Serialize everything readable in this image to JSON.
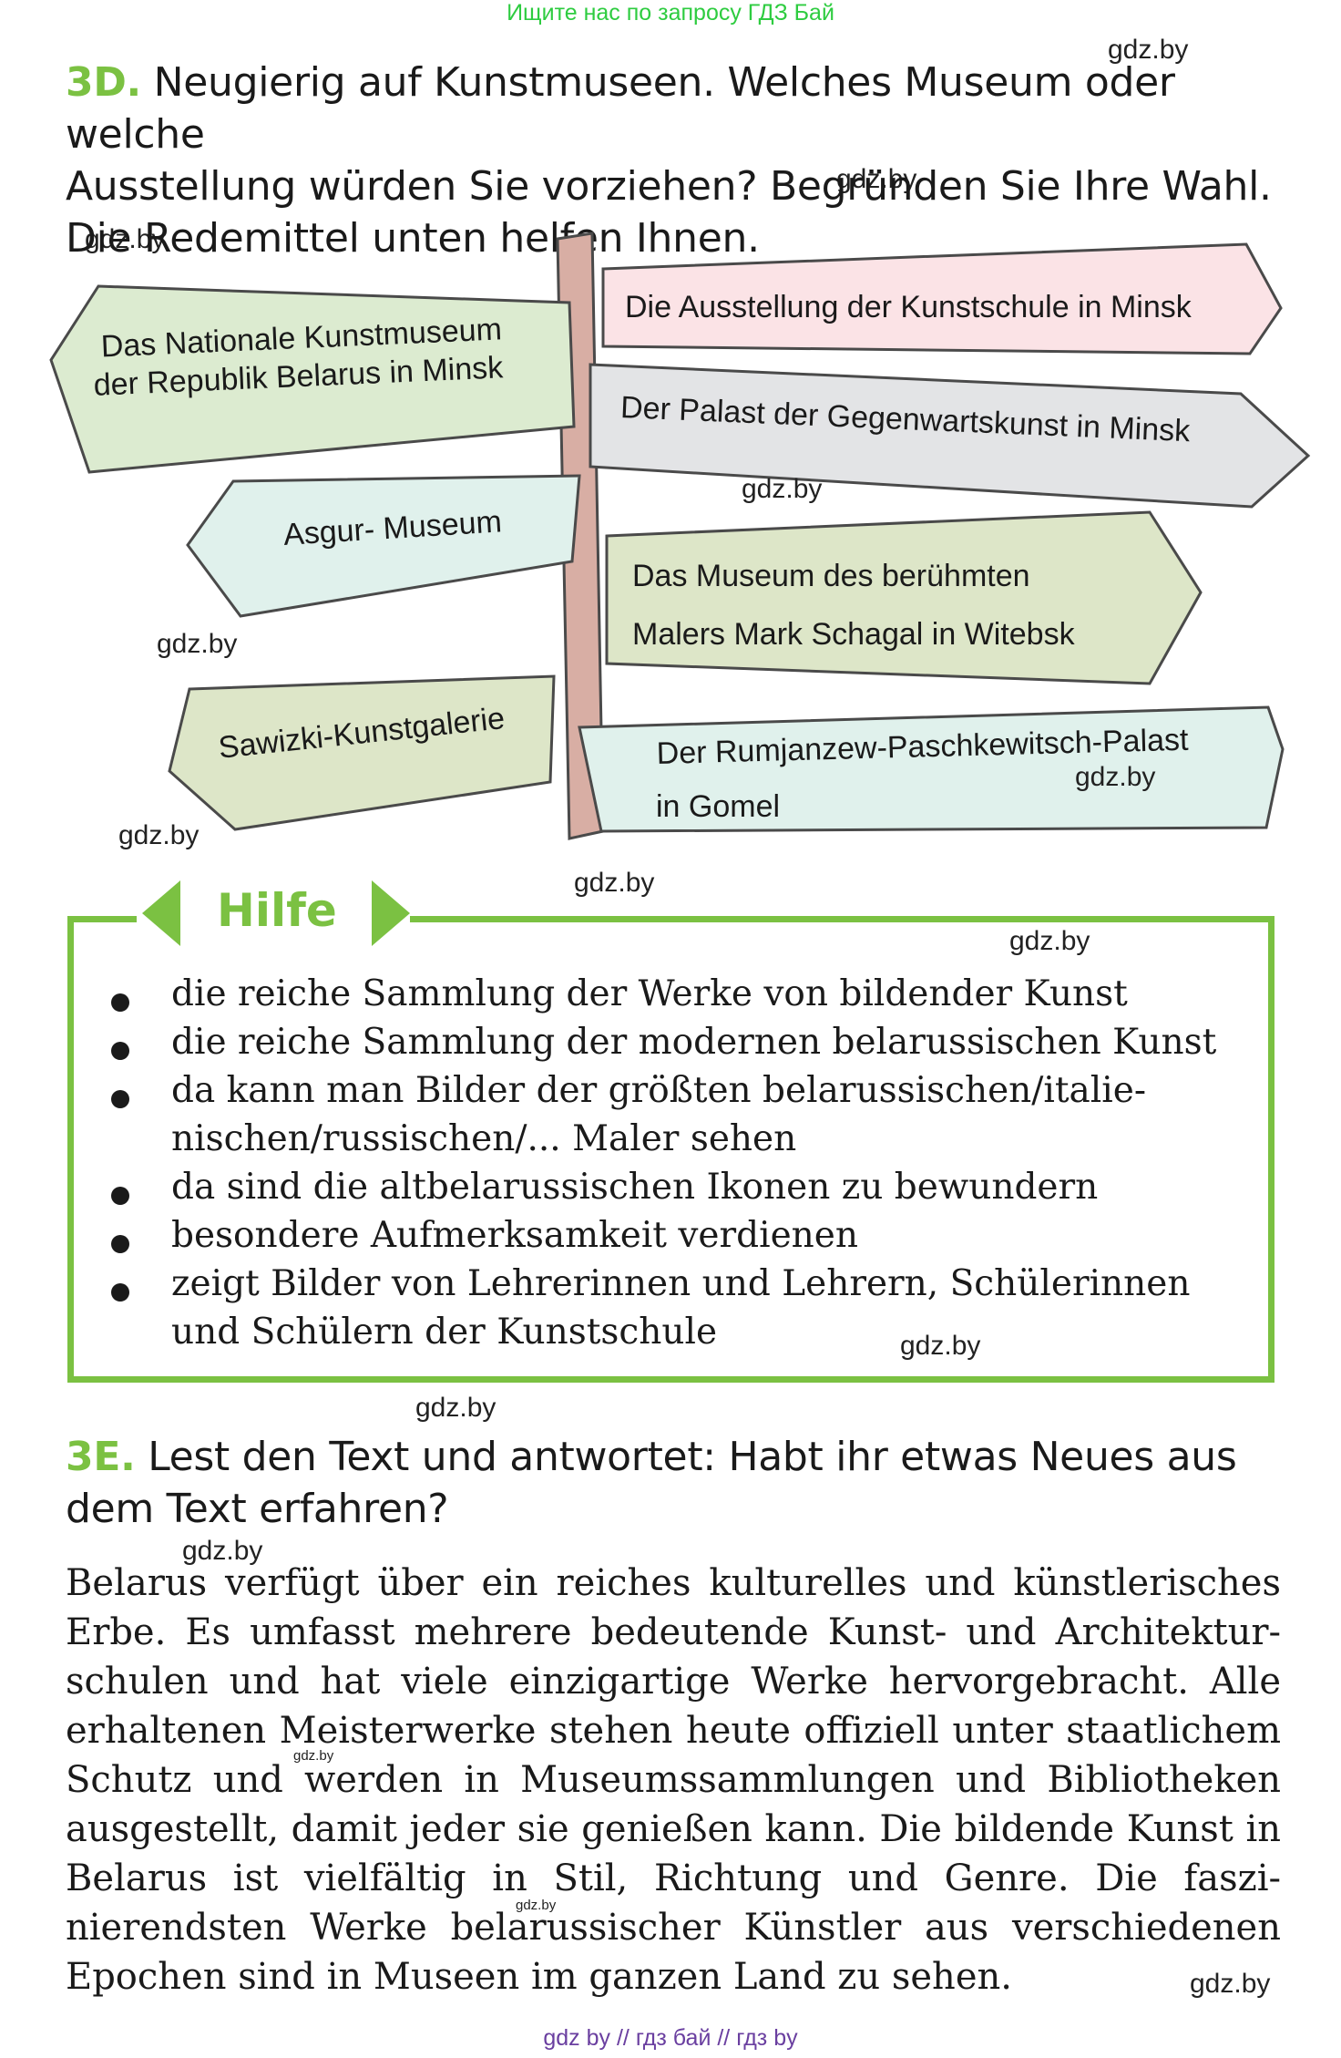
{
  "top_note": "Ищите нас по запросу ГДЗ Бай",
  "watermark": "gdz.by",
  "task_3d": {
    "number": "3D.",
    "text_lines": [
      "Neugierig auf Kunstmuseen. Welches Museum oder welche",
      "Ausstellung würden Sie vorziehen? Begründen Sie Ihre Wahl.",
      "Die Redemittel unten helfen Ihnen."
    ]
  },
  "signs": {
    "nationale": [
      "Das Nationale Kunstmuseum",
      "der Republik Belarus in Minsk"
    ],
    "ausstellung": "Die Ausstellung der Kunstschule in Minsk",
    "palast": "Der Palast der Gegenwartskunst in Minsk",
    "asgur": "Asgur- Museum",
    "schagal": [
      "Das Museum des berühmten",
      "Malers Mark Schagal in Witebsk"
    ],
    "sawizki": "Sawizki-Kunstgalerie",
    "rumjanzew": [
      "Der Rumjanzew-Paschkewitsch-Palast",
      "in Gomel"
    ]
  },
  "colors": {
    "accent_green": "#7bc142",
    "sign_pink": "#fbe3e6",
    "sign_green": "#dcebd0",
    "sign_mint": "#e0f1ec",
    "sign_grey": "#e3e4e6",
    "sign_olive": "#dde6c8",
    "pole": "#d8aea4"
  },
  "hilfe": {
    "title": "Hilfe",
    "items": [
      "die reiche Sammlung der Werke von bildender Kunst",
      "die reiche Sammlung der modernen belarussischen Kunst",
      "da kann man Bilder der größten belarussischen/italie-nischen/russischen/... Maler sehen",
      "da sind die altbelarussischen Ikonen zu bewundern",
      "besondere Aufmerksamkeit verdienen",
      "zeigt Bilder von Lehrerinnen und Lehrern, Schülerinnen und Schülern der Kunstschule"
    ]
  },
  "task_3e": {
    "number": "3E.",
    "text_lines": [
      "Lest den Text und antwortet: Habt ihr etwas Neues aus",
      "dem Text erfahren?"
    ],
    "paragraph": "Belarus verfügt über ein reiches kulturelles und künstlerisches Erbe. Es umfasst mehrere bedeutende Kunst- und Architektur-schulen und hat viele einzigartige Werke hervorgebracht. Alle erhaltenen Meisterwerke stehen heute offiziell unter staatlichem Schutz und werden in Museumssammlungen und Bibliotheken ausgestellt, damit jeder sie genießen kann. Die bildende Kunst in Belarus ist vielfältig in Stil, Richtung und Genre. Die faszi-nierendsten Werke belarussischer Künstler aus verschiedenen Epochen sind in Museen im ganzen Land zu sehen."
  },
  "footer": "gdz by  //  гдз бай  //  гдз by"
}
